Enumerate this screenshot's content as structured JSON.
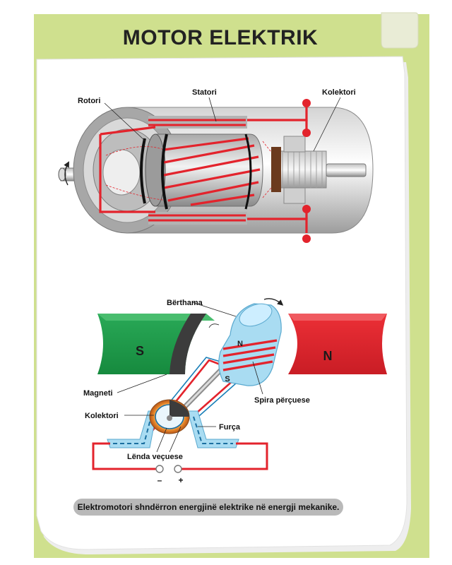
{
  "title": "MOTOR ELEKTRIK",
  "top_diagram": {
    "labels": {
      "rotor": "Rotori",
      "stator": "Statori",
      "collector": "Kolektori"
    }
  },
  "bottom_diagram": {
    "labels": {
      "core": "Bërthama",
      "magnet": "Magneti",
      "collector": "Kolektori",
      "brush": "Furça",
      "coil": "Spira përçuese",
      "insulator": "Lënda veçuese"
    },
    "poles": {
      "south": "S",
      "north": "N",
      "core_north": "N",
      "core_south": "S"
    },
    "terminals": {
      "negative": "–",
      "positive": "+"
    }
  },
  "caption": "Elektromotori shndërron energjinë elektrike në energji mekanike.",
  "colors": {
    "green_bg": "#cfe08e",
    "red_wire": "#e3232c",
    "green_magnet": "#1e9a4a",
    "red_magnet": "#e0262e",
    "core_blue": "#a9dcf2",
    "caption_bar": "#b9b9b9"
  }
}
